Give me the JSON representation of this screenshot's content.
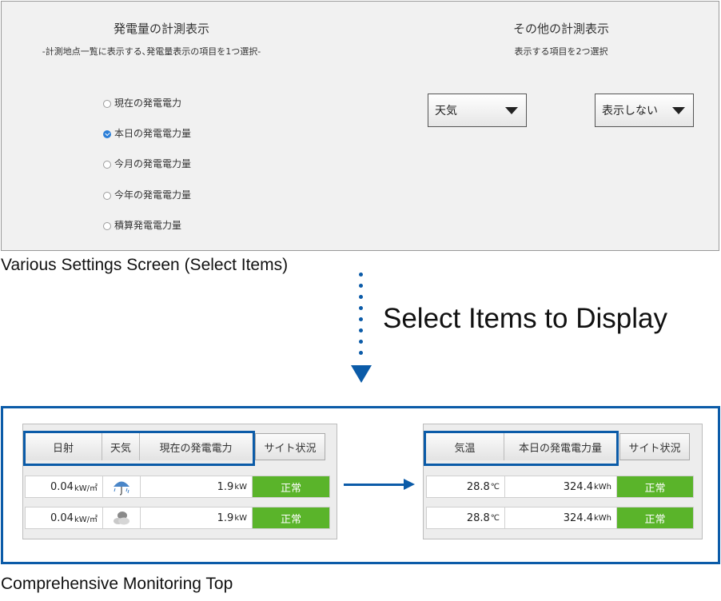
{
  "settings": {
    "left": {
      "title": "発電量の計測表示",
      "subtitle": "-計測地点一覧に表示する､発電量表示の項目を1つ選択-",
      "options": [
        {
          "label": "現在の発電電力",
          "checked": false
        },
        {
          "label": "本日の発電電力量",
          "checked": true
        },
        {
          "label": "今月の発電電力量",
          "checked": false
        },
        {
          "label": "今年の発電電力量",
          "checked": false
        },
        {
          "label": "積算発電電力量",
          "checked": false
        }
      ]
    },
    "right": {
      "title": "その他の計測表示",
      "subtitle": "表示する項目を2つ選択",
      "select1": "天気",
      "select2": "表示しない"
    }
  },
  "captions": {
    "settings": "Various Settings Screen (Select Items)",
    "action": "Select Items to Display",
    "monitor": "Comprehensive Monitoring Top"
  },
  "before": {
    "headers": [
      "日射",
      "天気",
      "現在の発電電力",
      "サイト状況"
    ],
    "rows": [
      {
        "irr": "0.04",
        "irr_unit": "kW/㎡",
        "weather_icon": "umbrella-rain-icon",
        "power": "1.9",
        "power_unit": "kW",
        "status": "正常"
      },
      {
        "irr": "0.04",
        "irr_unit": "kW/㎡",
        "weather_icon": "cloud-icon",
        "power": "1.9",
        "power_unit": "kW",
        "status": "正常"
      }
    ]
  },
  "after": {
    "headers": [
      "気温",
      "本日の発電電力量",
      "サイト状況"
    ],
    "rows": [
      {
        "temp": "28.8",
        "temp_unit": "℃",
        "energy": "324.4",
        "energy_unit": "kWh",
        "status": "正常"
      },
      {
        "temp": "28.8",
        "temp_unit": "℃",
        "energy": "324.4",
        "energy_unit": "kWh",
        "status": "正常"
      }
    ]
  },
  "colors": {
    "accent": "#0b5ba8",
    "status_ok": "#5ab42a",
    "radio_checked": "#2c7fd8"
  }
}
